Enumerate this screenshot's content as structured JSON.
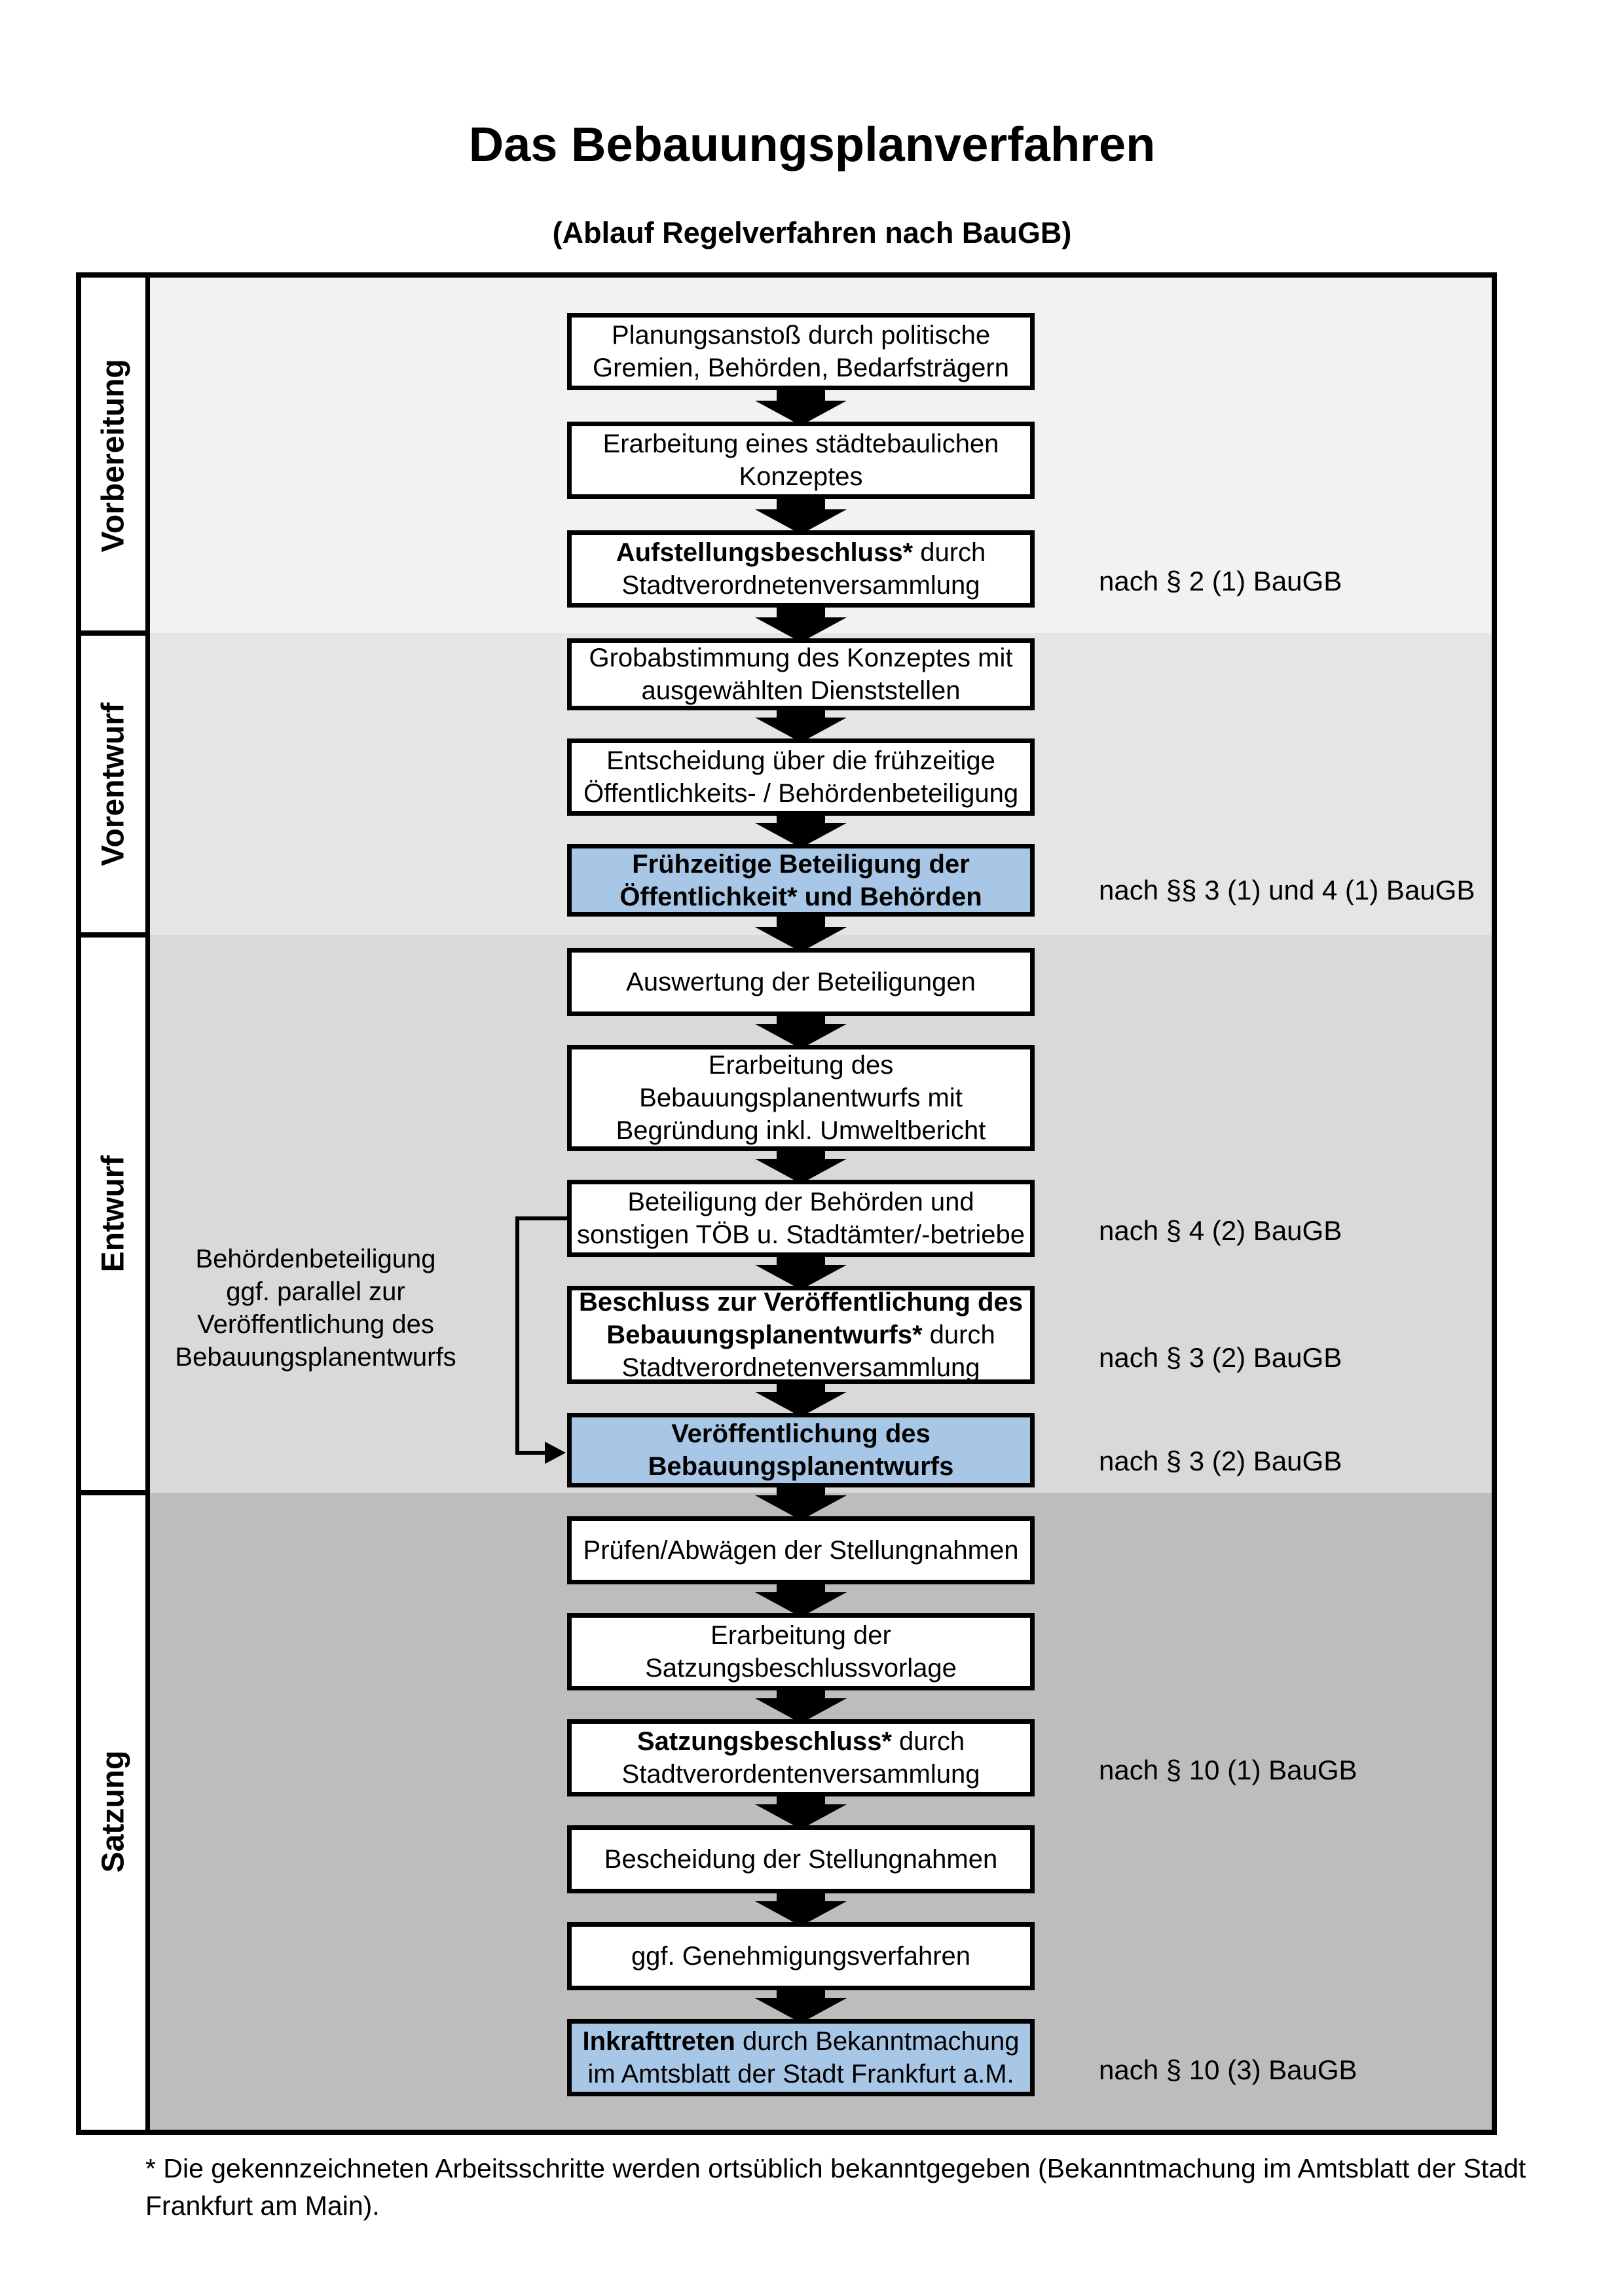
{
  "title": "Das Bebauungsplanverfahren",
  "subtitle": "(Ablauf Regelverfahren nach BauGB)",
  "colors": {
    "phase_backgrounds": [
      "#f2f2f2",
      "#e5e5e5",
      "#d9d9d9",
      "#bdbdbd"
    ],
    "highlight_box_bg": "#a8c6e6",
    "box_bg": "#ffffff",
    "line": "#000000"
  },
  "phases": [
    {
      "label": "Vorbereitung",
      "steps": [
        {
          "lines": [
            [
              {
                "text": "Planungsanstoß durch politische",
                "bold": false
              }
            ],
            [
              {
                "text": "Gremien, Behörden, Bedarfsträgern",
                "bold": false
              }
            ]
          ],
          "highlight": false,
          "ref": null
        },
        {
          "lines": [
            [
              {
                "text": "Erarbeitung eines städtebaulichen",
                "bold": false
              }
            ],
            [
              {
                "text": "Konzeptes",
                "bold": false
              }
            ]
          ],
          "highlight": false,
          "ref": null
        },
        {
          "lines": [
            [
              {
                "text": "Aufstellungsbeschluss*",
                "bold": true
              },
              {
                "text": " durch",
                "bold": false
              }
            ],
            [
              {
                "text": "Stadtverordnetenversammlung",
                "bold": false
              }
            ]
          ],
          "highlight": false,
          "ref": "nach § 2 (1) BauGB"
        }
      ]
    },
    {
      "label": "Vorentwurf",
      "steps": [
        {
          "lines": [
            [
              {
                "text": "Grobabstimmung des Konzeptes mit",
                "bold": false
              }
            ],
            [
              {
                "text": "ausgewählten Dienststellen",
                "bold": false
              }
            ]
          ],
          "highlight": false,
          "ref": null
        },
        {
          "lines": [
            [
              {
                "text": "Entscheidung über die frühzeitige",
                "bold": false
              }
            ],
            [
              {
                "text": "Öffentlichkeits- / Behördenbeteiligung",
                "bold": false
              }
            ]
          ],
          "highlight": false,
          "ref": null
        },
        {
          "lines": [
            [
              {
                "text": "Frühzeitige Beteiligung der",
                "bold": true
              }
            ],
            [
              {
                "text": "Öffentlichkeit* und Behörden",
                "bold": true
              }
            ]
          ],
          "highlight": true,
          "ref": "nach §§ 3 (1) und 4 (1) BauGB"
        }
      ]
    },
    {
      "label": "Entwurf",
      "steps": [
        {
          "lines": [
            [
              {
                "text": "Auswertung der Beteiligungen",
                "bold": false
              }
            ]
          ],
          "highlight": false,
          "ref": null
        },
        {
          "lines": [
            [
              {
                "text": "Erarbeitung des",
                "bold": false
              }
            ],
            [
              {
                "text": "Bebauungsplanentwurfs mit",
                "bold": false
              }
            ],
            [
              {
                "text": "Begründung inkl. Umweltbericht",
                "bold": false
              }
            ]
          ],
          "highlight": false,
          "ref": null
        },
        {
          "lines": [
            [
              {
                "text": "Beteiligung der Behörden und",
                "bold": false
              }
            ],
            [
              {
                "text": "sonstigen TÖB u. Stadtämter/-betriebe",
                "bold": false
              }
            ]
          ],
          "highlight": false,
          "ref": "nach § 4 (2) BauGB"
        },
        {
          "lines": [
            [
              {
                "text": "Beschluss zur Veröffentlichung des",
                "bold": true
              }
            ],
            [
              {
                "text": "Bebauungsplanentwurfs*",
                "bold": true
              },
              {
                "text": " durch",
                "bold": false
              }
            ],
            [
              {
                "text": "Stadtverordnetenversammlung",
                "bold": false
              }
            ]
          ],
          "highlight": false,
          "ref": "nach § 3 (2) BauGB"
        },
        {
          "lines": [
            [
              {
                "text": "Veröffentlichung des",
                "bold": true
              }
            ],
            [
              {
                "text": "Bebauungsplanentwurfs",
                "bold": true
              }
            ]
          ],
          "highlight": true,
          "ref": "nach § 3 (2) BauGB"
        }
      ]
    },
    {
      "label": "Satzung",
      "steps": [
        {
          "lines": [
            [
              {
                "text": "Prüfen/Abwägen der Stellungnahmen",
                "bold": false
              }
            ]
          ],
          "highlight": false,
          "ref": null
        },
        {
          "lines": [
            [
              {
                "text": "Erarbeitung der",
                "bold": false
              }
            ],
            [
              {
                "text": "Satzungsbeschlussvorlage",
                "bold": false
              }
            ]
          ],
          "highlight": false,
          "ref": null
        },
        {
          "lines": [
            [
              {
                "text": "Satzungsbeschluss*",
                "bold": true
              },
              {
                "text": " durch",
                "bold": false
              }
            ],
            [
              {
                "text": "Stadtverordentenversammlung",
                "bold": false
              }
            ]
          ],
          "highlight": false,
          "ref": "nach § 10 (1) BauGB"
        },
        {
          "lines": [
            [
              {
                "text": "Bescheidung der Stellungnahmen",
                "bold": false
              }
            ]
          ],
          "highlight": false,
          "ref": null
        },
        {
          "lines": [
            [
              {
                "text": "ggf. Genehmigungsverfahren",
                "bold": false
              }
            ]
          ],
          "highlight": false,
          "ref": null
        },
        {
          "lines": [
            [
              {
                "text": "Inkrafttreten",
                "bold": true
              },
              {
                "text": " durch Bekanntmachung",
                "bold": false
              }
            ],
            [
              {
                "text": "im Amtsblatt der Stadt Frankfurt a.M.",
                "bold": false
              }
            ]
          ],
          "highlight": true,
          "ref": "nach § 10 (3) BauGB"
        }
      ]
    }
  ],
  "annotation": {
    "lines": [
      "Behördenbeteiligung",
      "ggf. parallel zur",
      "Veröffentlichung des",
      "Bebauungsplanentwurfs"
    ]
  },
  "footnote": {
    "line1": "* Die gekennzeichneten Arbeitsschritte werden ortsüblich bekanntgegeben (Bekanntmachung im Amtsblatt  der Stadt",
    "line2": "Frankfurt am Main)."
  }
}
